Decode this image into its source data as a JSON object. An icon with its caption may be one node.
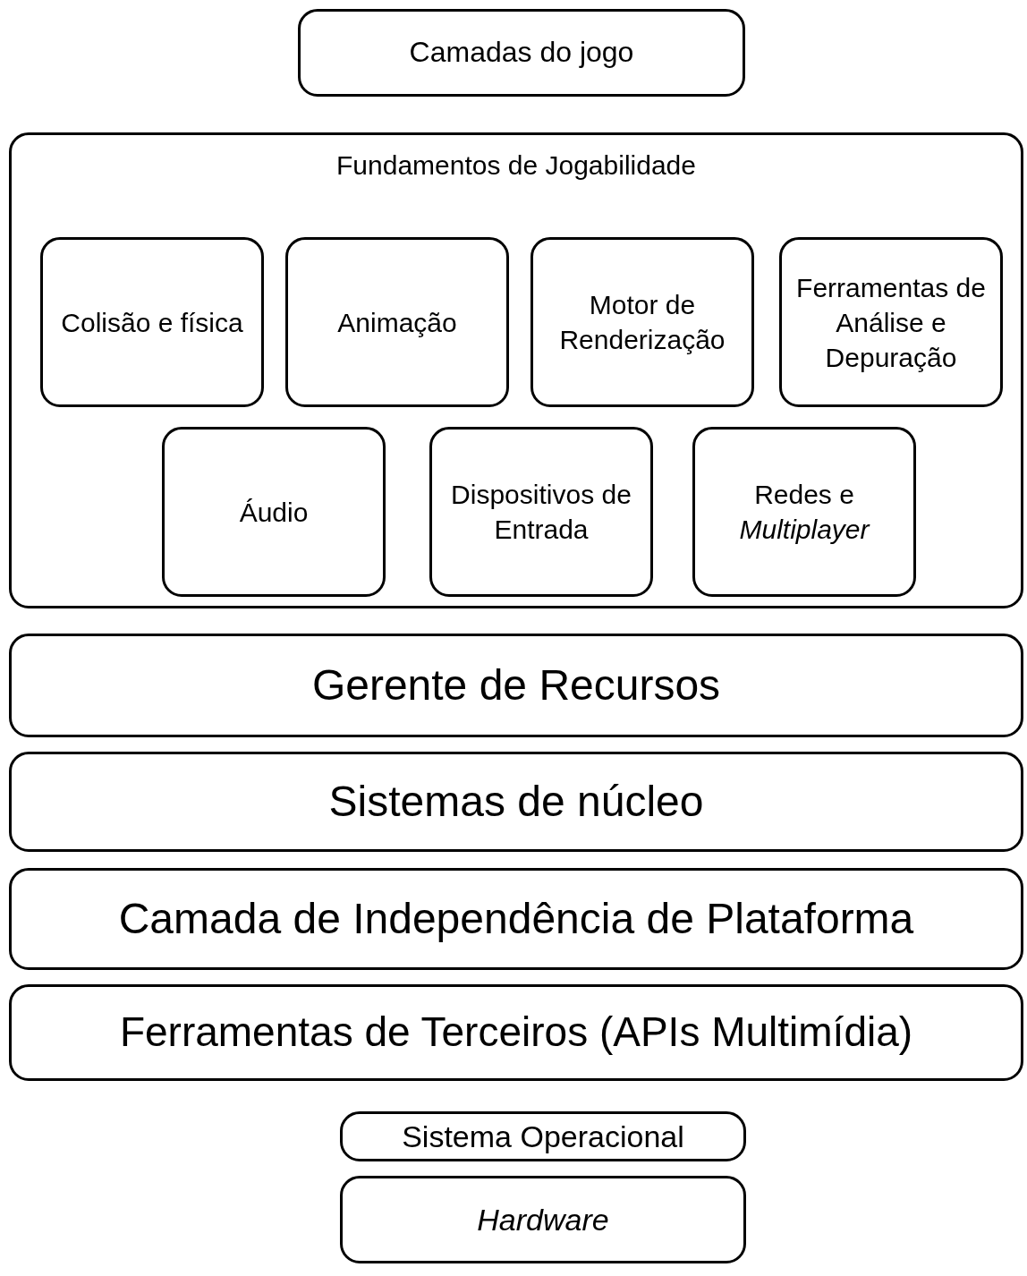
{
  "diagram": {
    "nodes": [
      {
        "text": [
          "Camadas do jogo"
        ]
      },
      {
        "text": [
          "Fundamentos de Jogabilidade"
        ]
      },
      {
        "text": [
          "Colisão e física"
        ],
        "in": 1
      },
      {
        "text": [
          "Animação"
        ],
        "in": 1
      },
      {
        "text": [
          "Motor de Renderização"
        ],
        "in": 1
      },
      {
        "text": [
          "Ferramentas de Análise e Depuração"
        ],
        "in": 1
      },
      {
        "text": [
          "Áudio"
        ],
        "in": 1
      },
      {
        "text": [
          "Dispositivos de Entrada"
        ],
        "in": 1
      },
      {
        "text": [
          "Redes e *Multiplayer*"
        ],
        "in": 1
      },
      {
        "text": [
          "Gerente de Recursos"
        ]
      },
      {
        "text": [
          "Sistemas de núcleo"
        ]
      },
      {
        "text": [
          "Camada de Independência de Plataforma"
        ]
      },
      {
        "text": [
          "Ferramentas de Terceiros (APIs Multimídia)"
        ]
      },
      {
        "text": [
          "Sistema Operacional"
        ]
      },
      {
        "text": [
          "Hardware"
        ]
      }
    ],
    "edges": []
  }
}
